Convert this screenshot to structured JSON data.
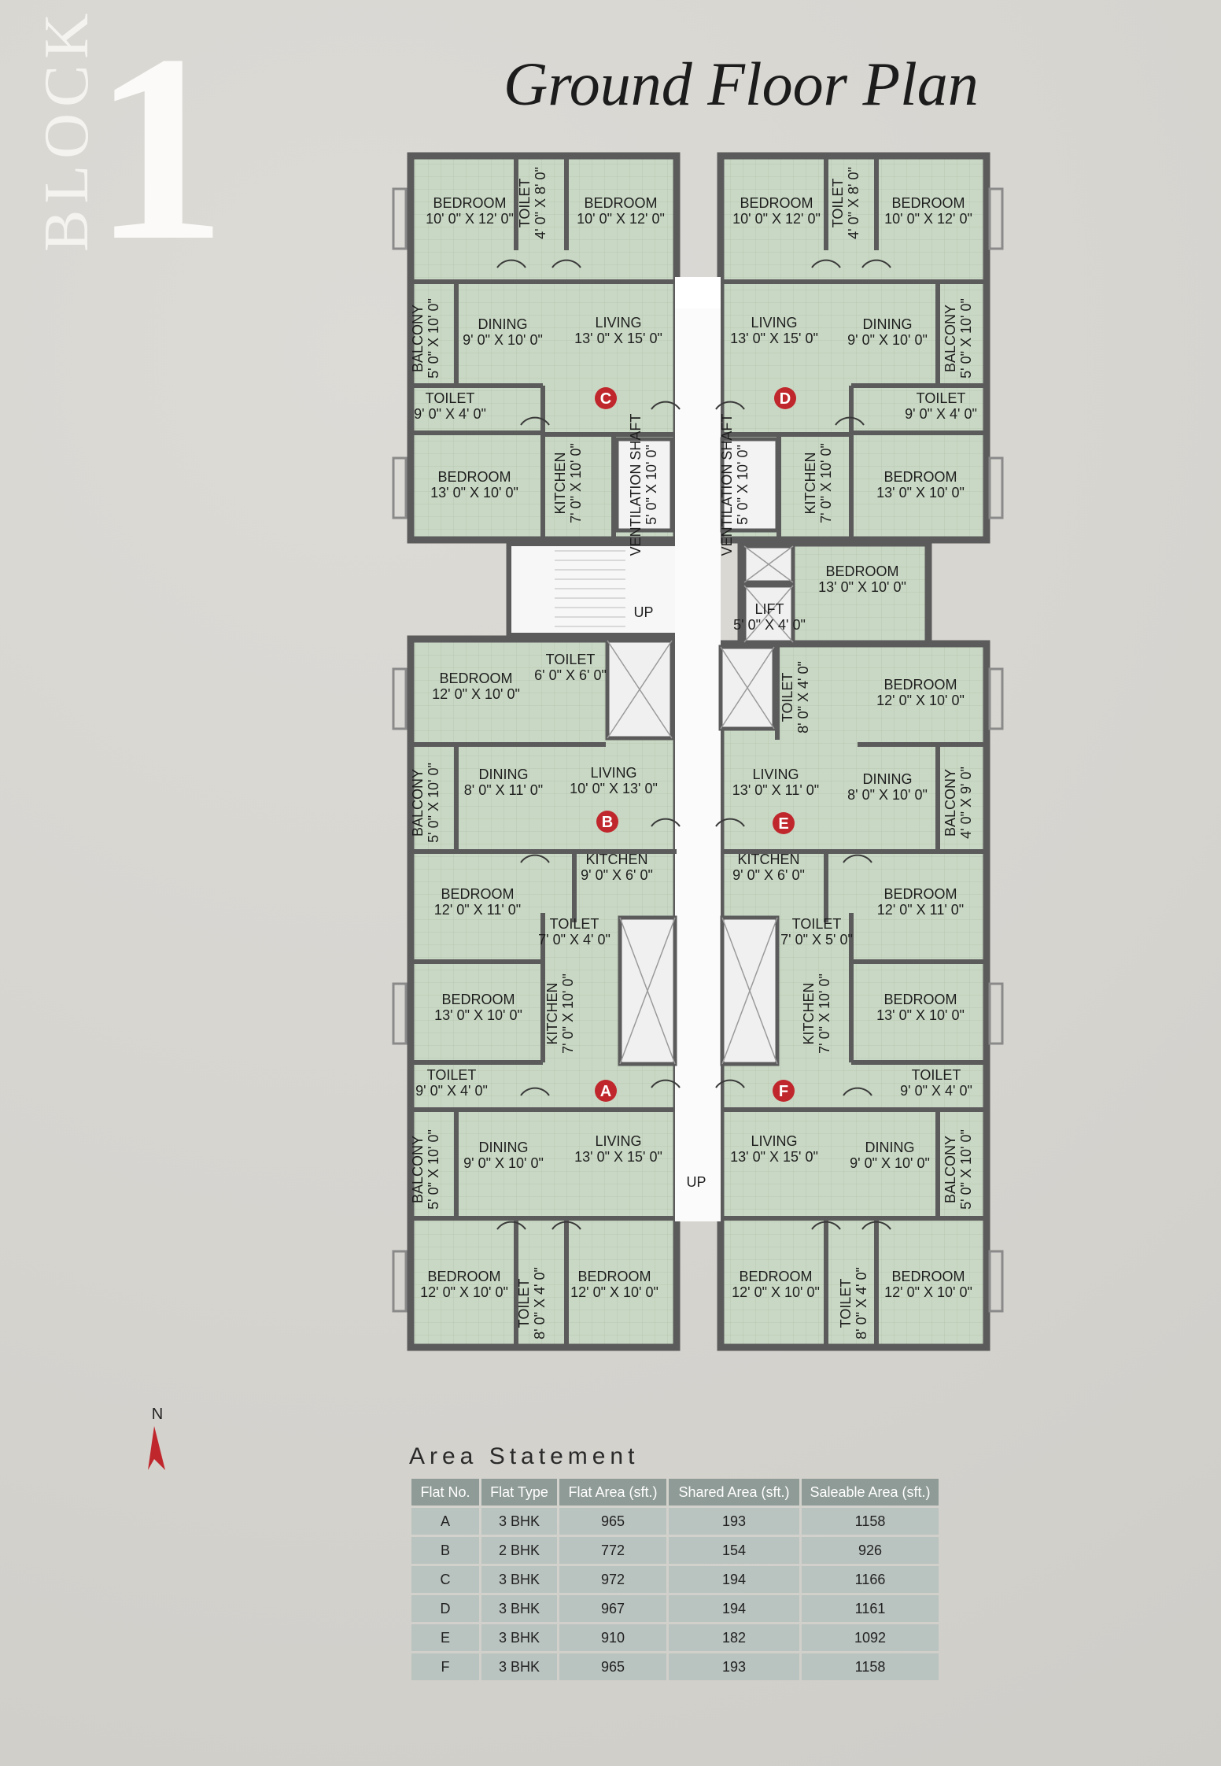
{
  "header": {
    "block_word": "BLOCK",
    "block_number": "1",
    "plan_title": "Ground Floor Plan"
  },
  "plan": {
    "rooms": [
      {
        "name": "BEDROOM",
        "size": "10' 0\" X 12' 0\""
      },
      {
        "name": "TOILET",
        "size": "4' 0\" X 8' 0\""
      },
      {
        "name": "BEDROOM",
        "size": "10' 0\" X 12' 0\""
      },
      {
        "name": "BEDROOM",
        "size": "10' 0\" X 12' 0\""
      },
      {
        "name": "TOILET",
        "size": "4' 0\" X 8' 0\""
      },
      {
        "name": "BEDROOM",
        "size": "10' 0\" X 12' 0\""
      },
      {
        "name": "BALCONY",
        "size": "5' 0\" X 10' 0\""
      },
      {
        "name": "DINING",
        "size": "9' 0\" X 10' 0\""
      },
      {
        "name": "LIVING",
        "size": "13' 0\" X 15' 0\""
      },
      {
        "name": "LIVING",
        "size": "13' 0\" X 15' 0\""
      },
      {
        "name": "DINING",
        "size": "9' 0\" X 10' 0\""
      },
      {
        "name": "BALCONY",
        "size": "5' 0\" X 10' 0\""
      },
      {
        "name": "TOILET",
        "size": "9' 0\" X 4' 0\""
      },
      {
        "name": "TOILET",
        "size": "9' 0\" X 4' 0\""
      },
      {
        "name": "BEDROOM",
        "size": "13' 0\" X 10' 0\""
      },
      {
        "name": "KITCHEN",
        "size": "7' 0\" X 10' 0\""
      },
      {
        "name": "VENTILATION SHAFT",
        "size": "5' 0\" X 10' 0\""
      },
      {
        "name": "VENTILATION SHAFT",
        "size": "5' 0\" X 10' 0\""
      },
      {
        "name": "KITCHEN",
        "size": "7' 0\" X 10' 0\""
      },
      {
        "name": "BEDROOM",
        "size": "13' 0\" X 10' 0\""
      },
      {
        "name": "BEDROOM",
        "size": "13' 0\" X 10' 0\""
      },
      {
        "name": "LIFT",
        "size": "5' 0\" X 4' 0\""
      },
      {
        "name": "BEDROOM",
        "size": "12' 0\" X 10' 0\""
      },
      {
        "name": "TOILET",
        "size": "6' 0\" X 6' 0\""
      },
      {
        "name": "TOILET",
        "size": "8' 0\" X 4' 0\""
      },
      {
        "name": "BEDROOM",
        "size": "12' 0\" X 10' 0\""
      },
      {
        "name": "BALCONY",
        "size": "5' 0\" X 10' 0\""
      },
      {
        "name": "DINING",
        "size": "8' 0\" X 11' 0\""
      },
      {
        "name": "LIVING",
        "size": "10' 0\" X 13' 0\""
      },
      {
        "name": "LIVING",
        "size": "13' 0\" X 11' 0\""
      },
      {
        "name": "DINING",
        "size": "8' 0\" X 10' 0\""
      },
      {
        "name": "BALCONY",
        "size": "4' 0\" X 9' 0\""
      },
      {
        "name": "KITCHEN",
        "size": "9' 0\" X 6' 0\""
      },
      {
        "name": "KITCHEN",
        "size": "9' 0\" X 6' 0\""
      },
      {
        "name": "BEDROOM",
        "size": "12' 0\" X 11' 0\""
      },
      {
        "name": "BEDROOM",
        "size": "12' 0\" X 11' 0\""
      },
      {
        "name": "TOILET",
        "size": "7' 0\" X 4' 0\""
      },
      {
        "name": "TOILET",
        "size": "7' 0\" X 5' 0\""
      },
      {
        "name": "BEDROOM",
        "size": "13' 0\" X 10' 0\""
      },
      {
        "name": "KITCHEN",
        "size": "7' 0\" X 10' 0\""
      },
      {
        "name": "KITCHEN",
        "size": "7' 0\" X 10' 0\""
      },
      {
        "name": "BEDROOM",
        "size": "13' 0\" X 10' 0\""
      },
      {
        "name": "TOILET",
        "size": "9' 0\" X 4' 0\""
      },
      {
        "name": "TOILET",
        "size": "9' 0\" X 4' 0\""
      },
      {
        "name": "BALCONY",
        "size": "5' 0\" X 10' 0\""
      },
      {
        "name": "DINING",
        "size": "9' 0\" X 10' 0\""
      },
      {
        "name": "LIVING",
        "size": "13' 0\" X 15' 0\""
      },
      {
        "name": "LIVING",
        "size": "13' 0\" X 15' 0\""
      },
      {
        "name": "DINING",
        "size": "9' 0\" X 10' 0\""
      },
      {
        "name": "BALCONY",
        "size": "5' 0\" X 10' 0\""
      },
      {
        "name": "BEDROOM",
        "size": "12' 0\" X 10' 0\""
      },
      {
        "name": "TOILET",
        "size": "8' 0\" X 4' 0\""
      },
      {
        "name": "BEDROOM",
        "size": "12' 0\" X 10' 0\""
      },
      {
        "name": "BEDROOM",
        "size": "12' 0\" X 10' 0\""
      },
      {
        "name": "TOILET",
        "size": "8' 0\" X 4' 0\""
      },
      {
        "name": "BEDROOM",
        "size": "12' 0\" X 10' 0\""
      }
    ],
    "stair_labels": [
      "UP",
      "UP"
    ],
    "flat_badges": [
      "C",
      "D",
      "B",
      "E",
      "A",
      "F"
    ],
    "badge_color": "#c0272d",
    "floor_color": "#c9d8c4",
    "wall_color": "#5b5b5b"
  },
  "compass": {
    "label": "N",
    "arrow_color": "#c0272d"
  },
  "area_statement": {
    "title": "Area Statement",
    "headers": [
      "Flat No.",
      "Flat Type",
      "Flat Area (sft.)",
      "Shared Area (sft.)",
      "Saleable Area (sft.)"
    ],
    "rows": [
      [
        "A",
        "3 BHK",
        "965",
        "193",
        "1158"
      ],
      [
        "B",
        "2 BHK",
        "772",
        "154",
        "926"
      ],
      [
        "C",
        "3 BHK",
        "972",
        "194",
        "1166"
      ],
      [
        "D",
        "3 BHK",
        "967",
        "194",
        "1161"
      ],
      [
        "E",
        "3 BHK",
        "910",
        "182",
        "1092"
      ],
      [
        "F",
        "3 BHK",
        "965",
        "193",
        "1158"
      ]
    ]
  }
}
